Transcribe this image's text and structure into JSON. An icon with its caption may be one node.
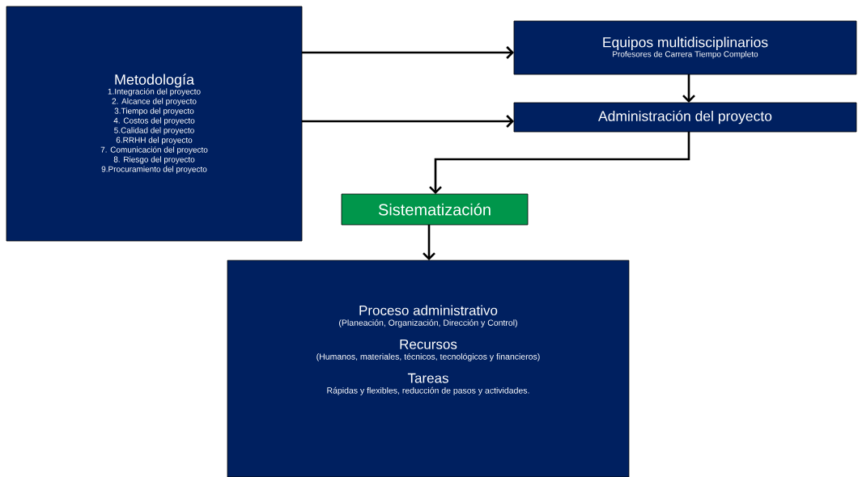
{
  "diagram": {
    "nodes": [
      {
        "text": [
          "Metodología",
          "1.Integración del proyecto",
          "2. Alcance del proyecto",
          "3.Tiempo del proyecto",
          "4. Costos del proyecto",
          "5.Calidad del proyecto",
          "6.RRHH del proyecto",
          "7. Comunicación del proyecto",
          "8. Riesgo del proyecto",
          "9.Procuramiento del proyecto"
        ]
      },
      {
        "text": [
          "Equipos multidisciplinarios",
          "Profesores de Carrera Tiempo Completo"
        ]
      },
      {
        "text": [
          "Administración del proyecto"
        ]
      },
      {
        "text": [
          "Sistematización"
        ]
      },
      {
        "text": [
          "Proceso administrativo",
          "(Planeación, Organización, Dirección y Control)",
          "Recursos",
          "(Humanos, materiales, técnicos, tecnológicos y financieros)",
          "Tareas",
          "Rápidas y flexibles, reducción de pasos y actividades."
        ]
      }
    ],
    "edges": [
      {
        "from": 0,
        "to": 1,
        "arrow": "to"
      },
      {
        "from": 0,
        "to": 2,
        "arrow": "to"
      },
      {
        "from": 1,
        "to": 2,
        "arrow": "to"
      },
      {
        "from": 2,
        "to": 3,
        "arrow": "to"
      },
      {
        "from": 3,
        "to": 4,
        "arrow": "to"
      }
    ]
  }
}
